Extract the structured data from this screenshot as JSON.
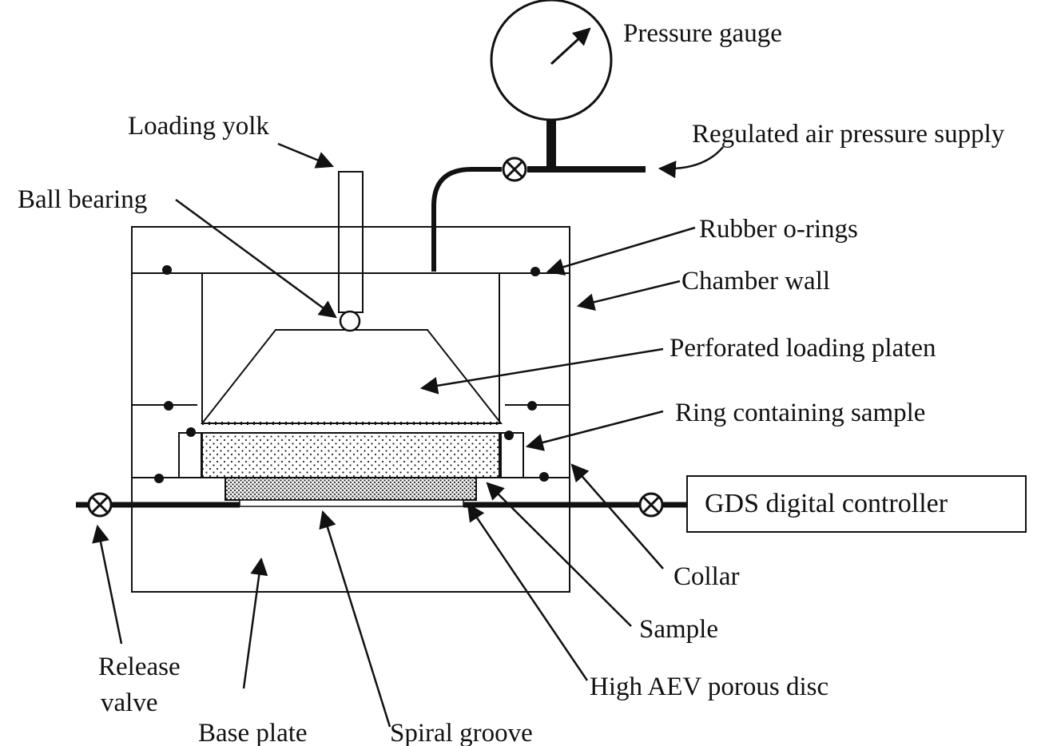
{
  "labels": {
    "pressure_gauge": "Pressure gauge",
    "regulated_air": "Regulated air pressure supply",
    "loading_yolk": "Loading yolk",
    "ball_bearing": "Ball bearing",
    "rubber_orings": "Rubber o-rings",
    "chamber_wall": "Chamber wall",
    "perforated_platen": "Perforated loading platen",
    "ring_sample": "Ring containing sample",
    "gds_controller": "GDS digital controller",
    "collar": "Collar",
    "sample": "Sample",
    "high_aev": "High AEV porous disc",
    "release_valve_1": "Release",
    "release_valve_2": "valve",
    "base_plate": "Base plate",
    "spiral_groove": "Spiral groove"
  }
}
